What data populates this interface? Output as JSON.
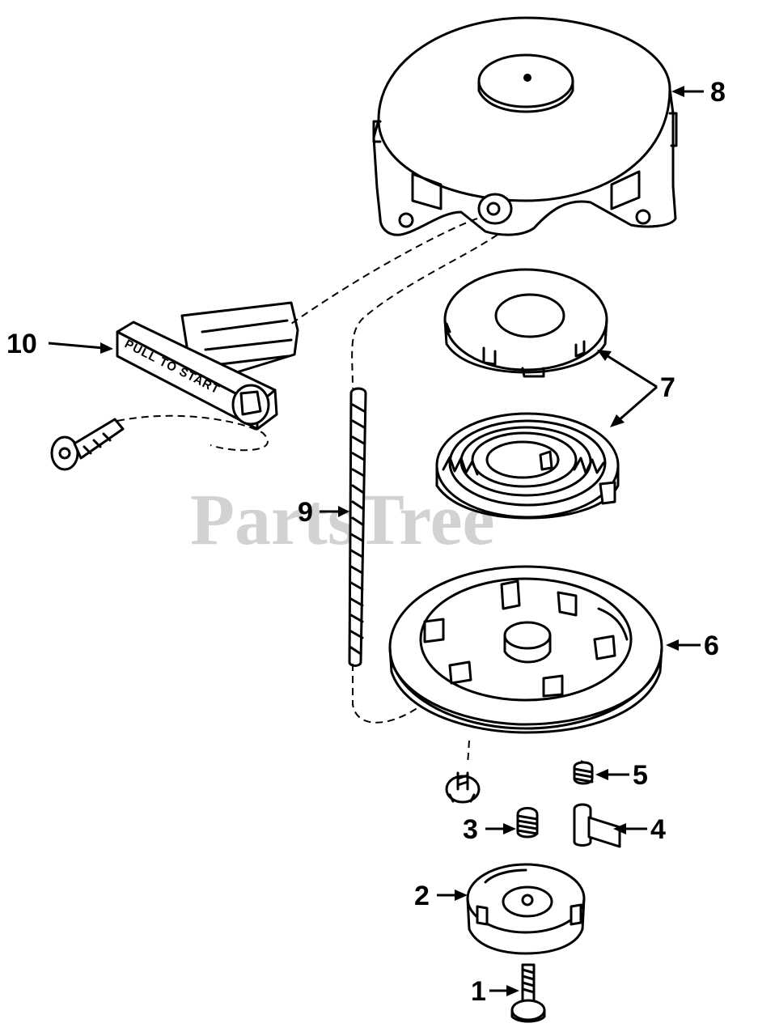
{
  "watermark": "PartsTree",
  "handle_text": "PULL TO START",
  "callouts": {
    "c1": "1",
    "c2": "2",
    "c3": "3",
    "c4": "4",
    "c5": "5",
    "c6": "6",
    "c7": "7",
    "c8": "8",
    "c9": "9",
    "c10": "10"
  },
  "icons": {
    "part8": "starter-housing-icon",
    "part7a": "spring-retainer-icon",
    "part7b": "recoil-spring-icon",
    "part6": "pulley-icon",
    "part10": "starter-handle-icon",
    "part9": "starter-rope-icon",
    "part5": "small-spring-icon",
    "part4": "pawl-icon",
    "part3": "spring-icon",
    "part2": "brake-cup-icon",
    "part1": "screw-icon"
  }
}
